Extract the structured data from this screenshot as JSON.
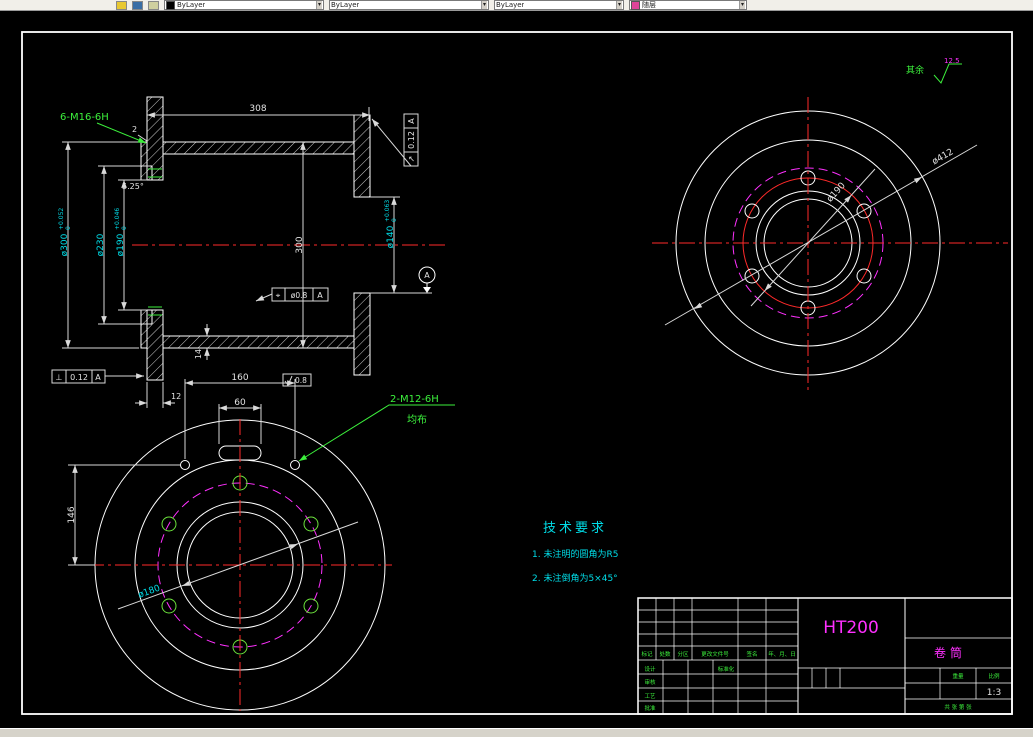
{
  "toolbar": {
    "combos": [
      "ByLayer",
      "ByLayer",
      "ByLayer",
      "随层"
    ]
  },
  "sec": {
    "len308": "308",
    "gap2": "2",
    "angle": "5.25°",
    "d300": {
      "b": "ø300",
      "sup": "+0.052",
      "sub": "0"
    },
    "d230": "ø230",
    "d190": {
      "b": "ø190",
      "sup": "+0.046",
      "sub": "0"
    },
    "len300": "300",
    "d140": {
      "b": "ø140",
      "sup": "+0.063",
      "sub": "0"
    },
    "t14": "14",
    "t12": "12",
    "m16": "6-M16-6H",
    "datum": "A",
    "fcf1": {
      "sym": "↗",
      "val": "0.12",
      "dat": "A"
    },
    "fcf2": {
      "sym": "⊥",
      "val": "0.12",
      "dat": "A"
    },
    "fcf3": {
      "sym": "⌖",
      "val": "ø0.8",
      "dat": "A"
    },
    "rough": "0.8"
  },
  "bv": {
    "len160": "160",
    "len60": "60",
    "len146": "146",
    "d180": "ø180",
    "m12": "2-M12-6H",
    "junbu": "均布"
  },
  "rv": {
    "d412": "ø412",
    "d190": "ø190"
  },
  "fin": {
    "qiyu": "其余",
    "val": "12.5"
  },
  "tech": {
    "t": "技术要求",
    "l1": "1. 未注明的圆角为R5",
    "l2": "2. 未注倒角为5×45°"
  },
  "tb": {
    "material": "HT200",
    "part": "卷筒",
    "scale": "1:3",
    "h": [
      "标记",
      "处数",
      "分区",
      "更改文件号",
      "签名",
      "年、月、日"
    ],
    "roles": [
      "设计",
      "审核",
      "工艺",
      "批准"
    ],
    "std": "标准化",
    "weight": "重量",
    "ratio": "比例",
    "sheets": "共 张 第 张"
  }
}
